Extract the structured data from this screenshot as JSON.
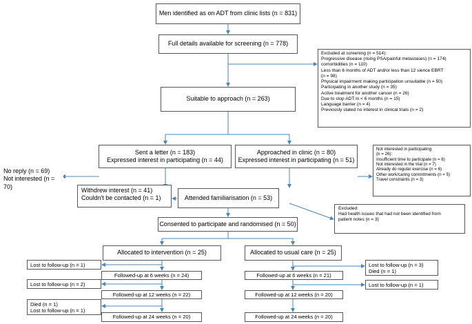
{
  "flowchart": {
    "identified": "Men identified as on ADT from clinic lists (n = 831)",
    "screening": "Full details available for screening (n = 778)",
    "excluded_screening": {
      "title": "Excluded at screening (n = 514):",
      "items": [
        "Progressive disease (rising PSA/painful metastases) (n = 174)",
        "comorbidities (n = 110)",
        "Less than 6 months of ADT and/or less than 12 sience EBRT",
        "(n = 98)",
        "Physical impairment making participation unsuitable (n = 50)",
        "Participating in another study (n = 35)",
        "Active treatment for another cancer (n = 26)",
        "Due to stop ADT in < 6 months (n = 15)",
        "Language barrier (n = 4)",
        "Previously stated no interest in clinical trials (n = 2)"
      ]
    },
    "suitable": "Suitable to approach (n = 263)",
    "letter": {
      "line1": "Sent a letter (n = 183)",
      "line2": "Expressed interest in participating (n = 44)"
    },
    "clinic": {
      "line1": "Approached in clinic (n = 80)",
      "line2": "Expressed interest in participating (n = 51)"
    },
    "no_reply": {
      "line1": "No reply (n = 69)",
      "line2": "Not interested (n = 70)"
    },
    "not_interested": {
      "title": "Not interested in participating",
      "items": [
        "(n = 26):",
        "Insufficient time to participate (n = 8)",
        "Not interested in the trial (n = 7)",
        "Already do regular exercise (n = 6)",
        "Other work/caring commitments (n = 5)",
        "Travel constraints (n = 3)"
      ]
    },
    "withdrew": {
      "line1": "Withdrew interest (n = 41)",
      "line2": "Couldn't be contacted (n = 1)"
    },
    "familiarisation": "Attended familiarisation (n = 53)",
    "excluded_health": {
      "title": "Excluded:",
      "items": [
        "Had health issues that had not been identified from",
        "patient notes (n = 3)"
      ]
    },
    "consented": "Consented to participate and randomised (n = 50)",
    "intervention": "Allocated to intervention (n = 25)",
    "usual_care": "Allocated to usual care (n = 25)",
    "int_fu6": "Followed-up at 6 weeks (n = 24)",
    "int_fu12": "Followed-up at 12 weeks (n = 22)",
    "int_fu24": "Followed-up at 24 weeks (n = 20)",
    "uc_fu6": "Followed-up at 6 weeks (n = 21)",
    "uc_fu12": "Followed-up at 12 weeks (n = 20)",
    "uc_fu24": "Followed-up at 24 weeks (n = 20)",
    "int_lost1": "Lost to follow-up (n = 1)",
    "int_lost2": "Lost to follow-up (n = 2)",
    "int_died": {
      "line1": "Died (n = 1)",
      "line2": "Lost to follow-up (n = 1)"
    },
    "uc_lost1": {
      "line1": "Lost to follow-up (n = 3)",
      "line2": "Died (n = 1)"
    },
    "uc_lost2": "Lost to follow-up (n = 1)"
  },
  "colors": {
    "arrow": "#4a86b8",
    "border": "#555555"
  }
}
